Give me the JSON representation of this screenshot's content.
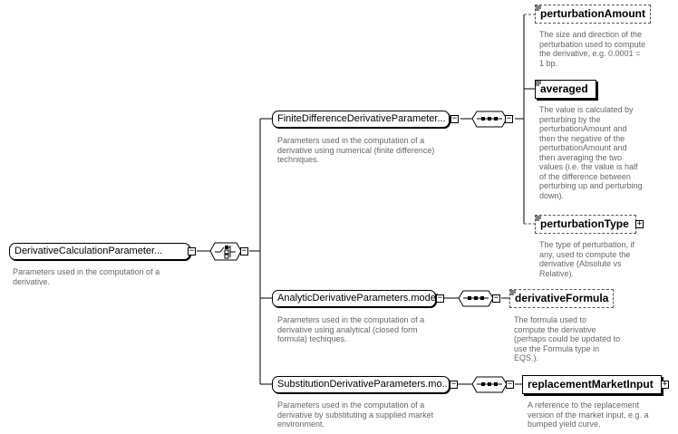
{
  "root": {
    "label": "DerivativeCalculationParameter...",
    "desc": [
      "Parameters used in the computation of a",
      "derivative."
    ]
  },
  "groups": [
    {
      "label": "FiniteDifferenceDerivativeParameter...",
      "desc": [
        "Parameters used in the computation of a",
        "derivative using numerical (finite difference)",
        "techniques."
      ]
    },
    {
      "label": "AnalyticDerivativeParameters.model",
      "desc": [
        "Parameters used in the computation of a",
        "derivative using analytical (closed form",
        "formula) techiques."
      ]
    },
    {
      "label": "SubstitutionDerivativeParameters.mo...",
      "desc": [
        "Parameters used in the computation of a",
        "derivative by substituting a supplied market",
        "environment."
      ]
    }
  ],
  "elements": [
    {
      "label": "perturbationAmount",
      "optional": true,
      "desc": [
        "The size and direction of the",
        "perturbation used to compute",
        "the derivative, e.g. 0.0001 =",
        "1 bp."
      ]
    },
    {
      "label": "averaged",
      "optional": false,
      "desc": [
        "The value is calculated by",
        "perturbing by the",
        "perturbationAmount and",
        "then the negative of the",
        "perturbationAmount and",
        "then averaging the two",
        "values (i.e. the value is half",
        "of the difference between",
        "perturbing up and perturbing",
        "down)."
      ]
    },
    {
      "label": "perturbationType",
      "optional": true,
      "desc": [
        "The type of perturbation, if",
        "any, used to compute the",
        "derivative (Absolute vs",
        "Relative)."
      ]
    },
    {
      "label": "derivativeFormula",
      "optional": true,
      "desc": [
        "The formula used to",
        "compute the derivative",
        "(perhaps could be updated to",
        "use the Formula type in",
        "EQS.)."
      ]
    },
    {
      "label": "replacementMarketInput",
      "optional": false,
      "desc": [
        "A reference to the replacement",
        "version of the market input, e.g. a",
        "bumped yield curve."
      ]
    }
  ],
  "toggles": {
    "collapse": "−",
    "expand": "+"
  },
  "colors": {
    "line": "#000000",
    "desc_text": "#666666",
    "dashed": "#555555"
  }
}
